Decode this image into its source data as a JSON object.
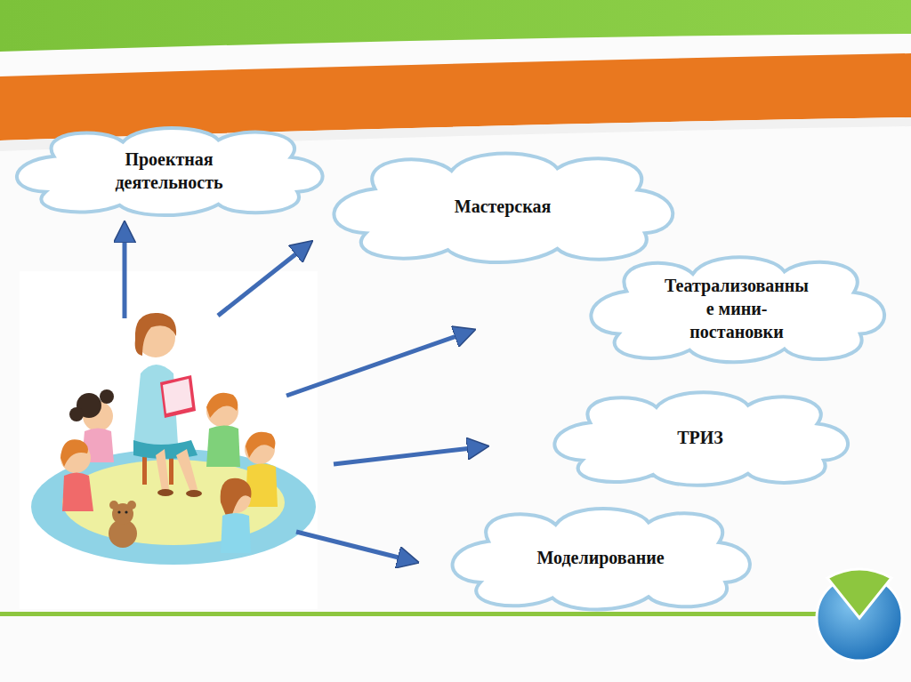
{
  "diagram": {
    "nodes": [
      {
        "text": [
          "Проектная деятельность"
        ]
      },
      {
        "text": [
          "Мастерская"
        ]
      },
      {
        "text": [
          "Театрализованны е мини- постановки"
        ]
      },
      {
        "text": [
          "ТРИЗ"
        ]
      },
      {
        "text": [
          "Моделирование"
        ]
      }
    ]
  }
}
